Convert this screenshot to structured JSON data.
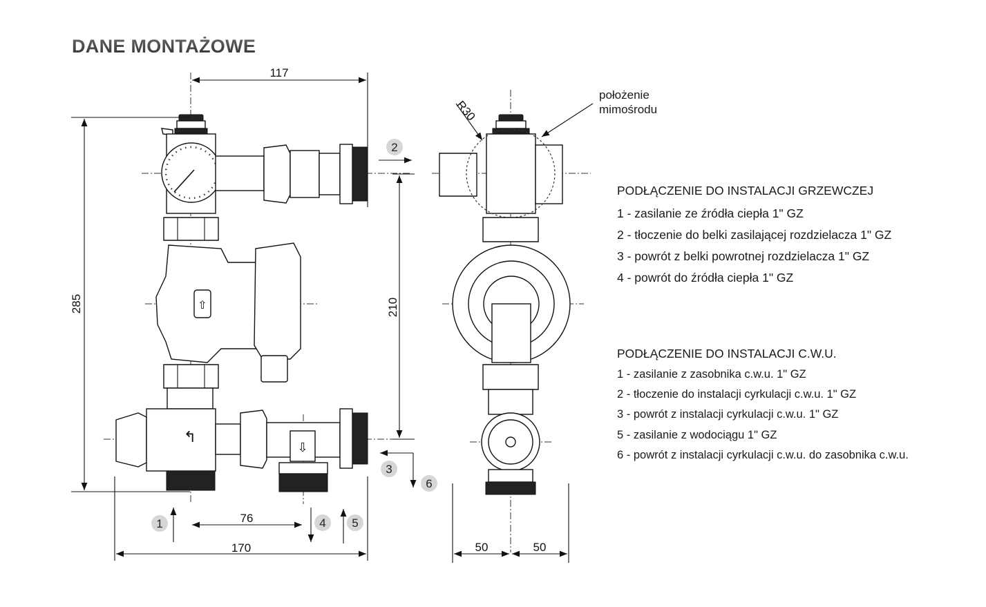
{
  "title": "DANE MONTAŻOWE",
  "dimensions": {
    "d117": "117",
    "d285": "285",
    "d210": "210",
    "d76": "76",
    "d170": "170",
    "d50_left": "50",
    "d50_right": "50",
    "radius": "R30"
  },
  "connection_badges": [
    "1",
    "2",
    "3",
    "4",
    "5",
    "6"
  ],
  "eccentric_note": {
    "line1": "położenie",
    "line2": "mimośrodu"
  },
  "heating": {
    "heading": "PODŁĄCZENIE DO INSTALACJI GRZEWCZEJ",
    "items": [
      "1 - zasilanie ze źródła ciepła 1\" GZ",
      "2 - tłoczenie do belki zasilającej rozdzielacza 1\" GZ",
      "3 - powrót z belki powrotnej rozdzielacza 1\" GZ",
      "4 - powrót do źródła ciepła 1\" GZ"
    ]
  },
  "dhw": {
    "heading": "PODŁĄCZENIE DO INSTALACJI C.W.U.",
    "items": [
      "1 - zasilanie z zasobnika c.w.u. 1\" GZ",
      "2 - tłoczenie do instalacji cyrkulacji c.w.u. 1\" GZ",
      "3 - powrót z instalacji cyrkulacji c.w.u. 1\" GZ",
      "5 - zasilanie z wodociągu 1\" GZ",
      "6 - powrót z instalacji cyrkulacji c.w.u. do zasobnika c.w.u."
    ]
  },
  "colors": {
    "badge": "#d6d6d6",
    "line": "#111111"
  }
}
